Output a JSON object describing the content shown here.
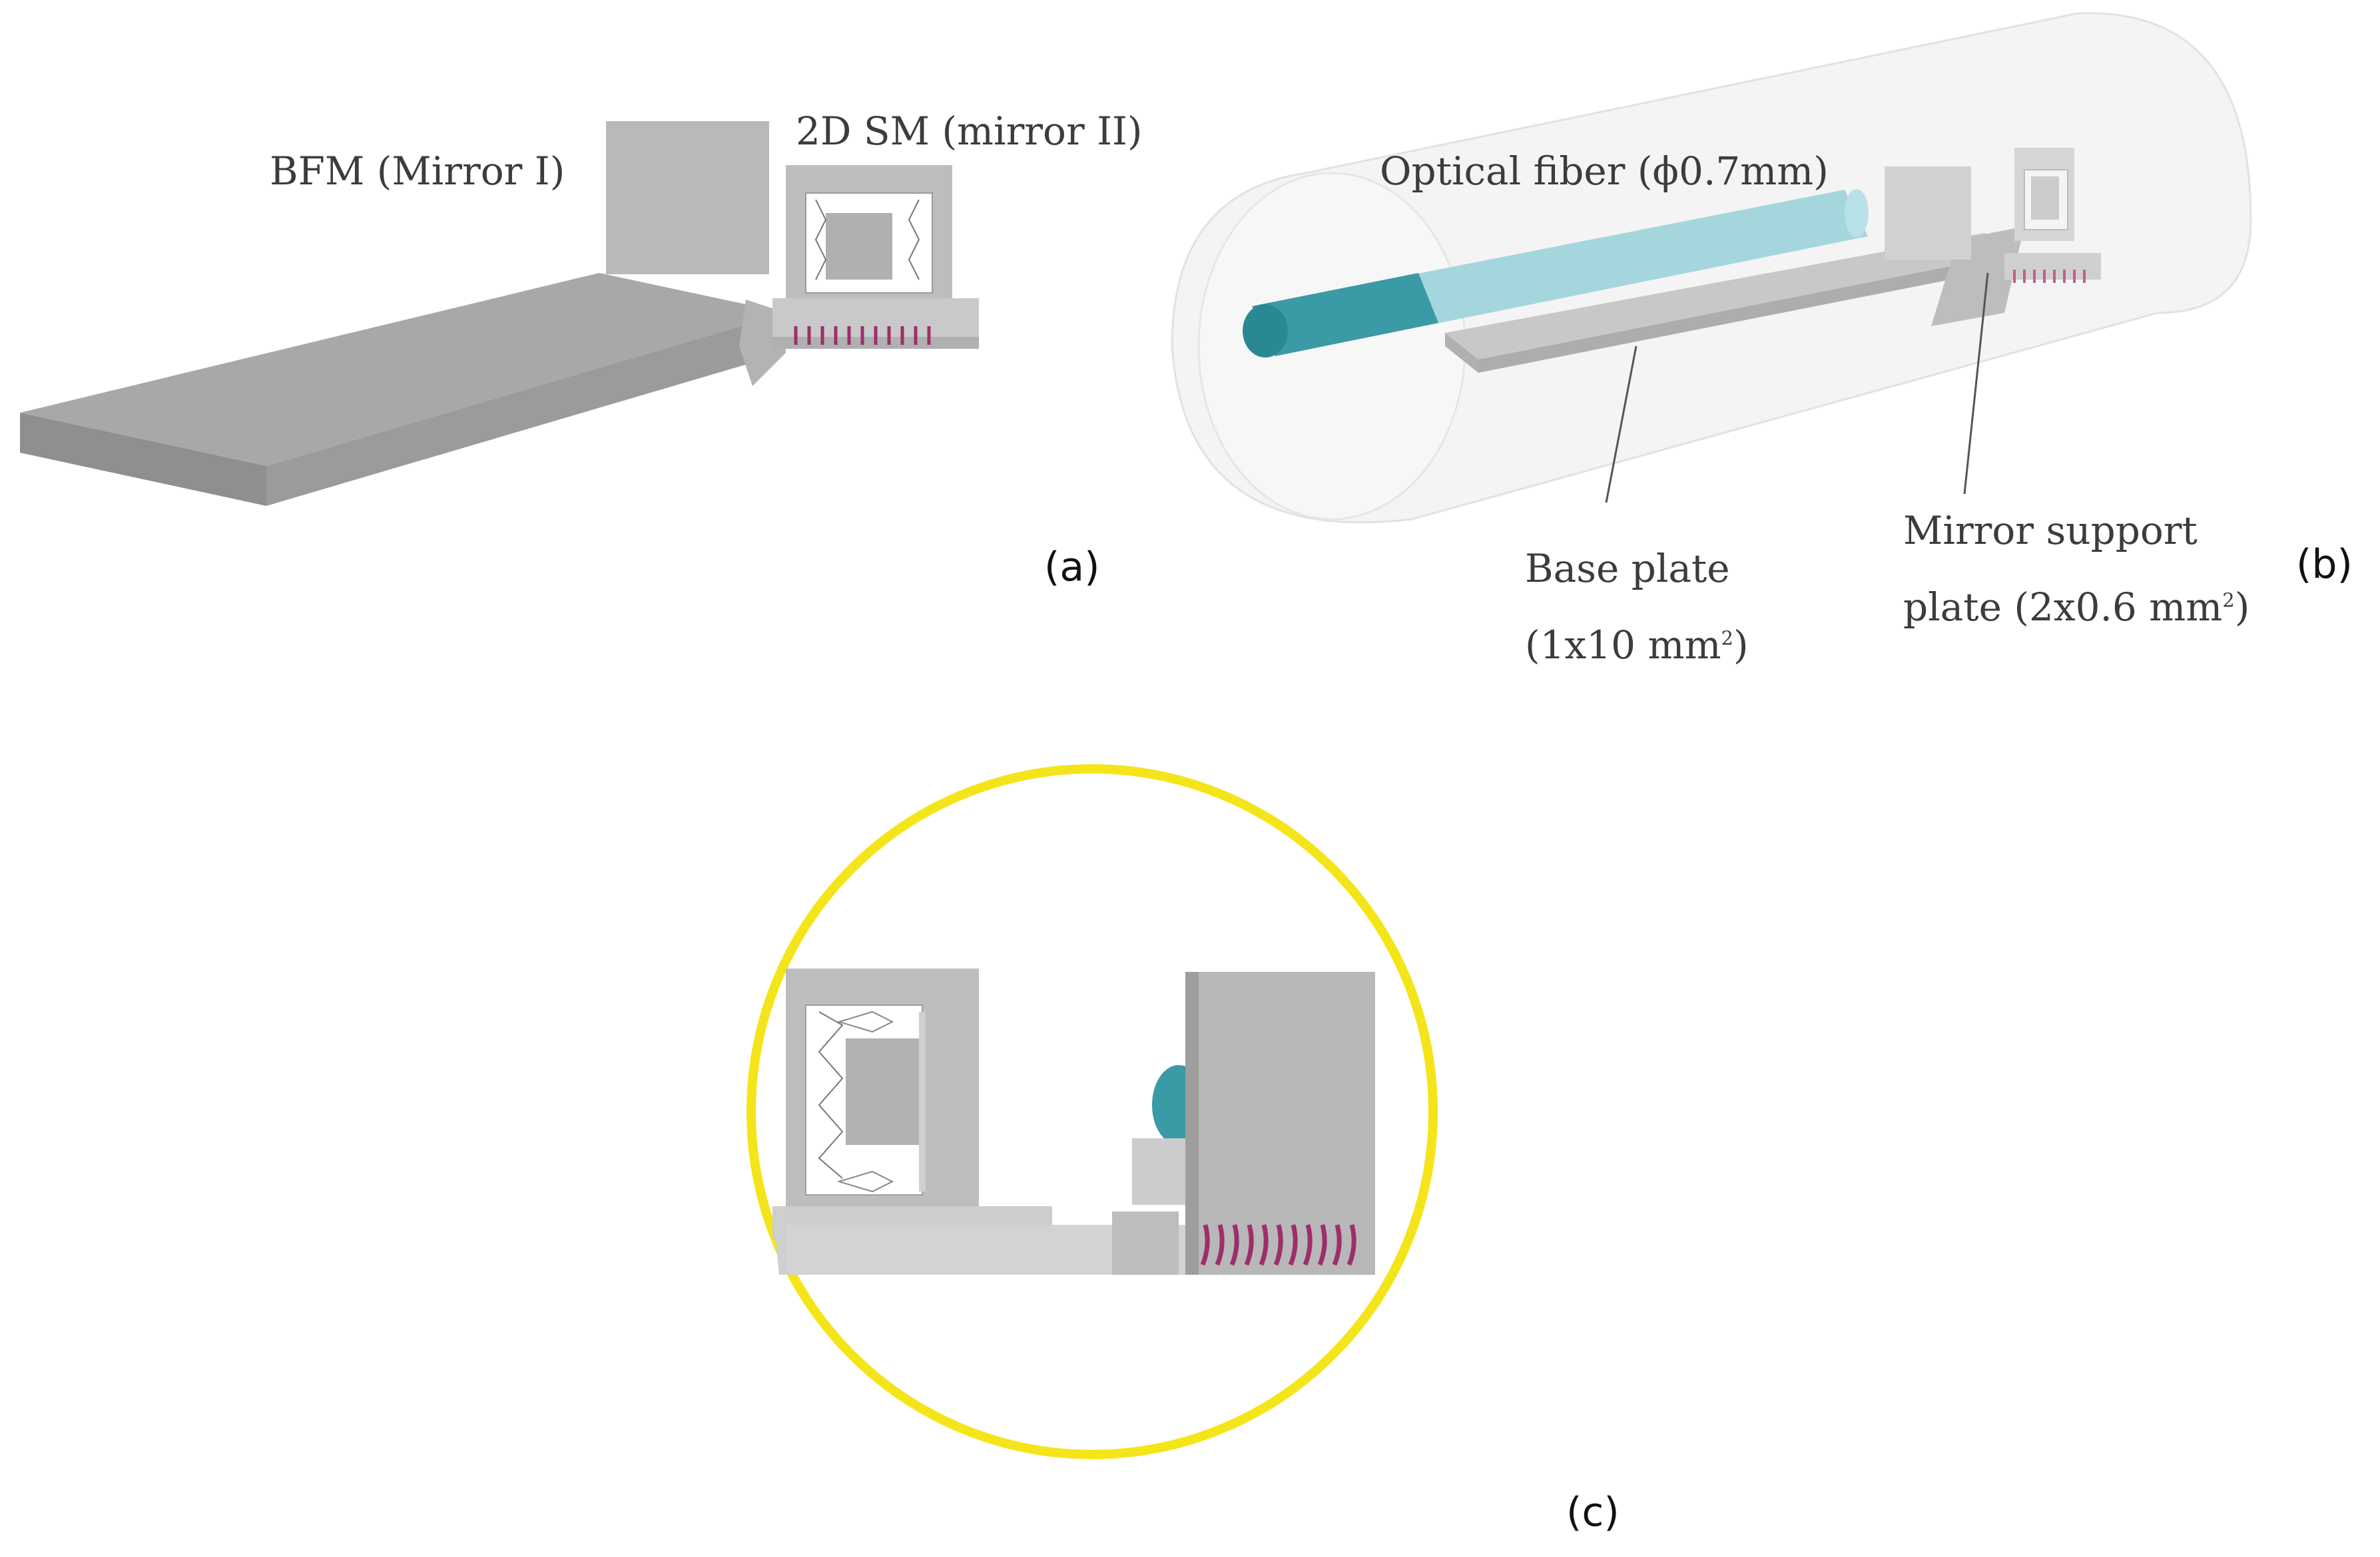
{
  "panel_a": {
    "label_bfm": "BFM (Mirror I)",
    "label_sm": "2D SM (mirror II)",
    "caption": "(a)"
  },
  "panel_b": {
    "label_fiber": "Optical fiber (ϕ0.7mm)",
    "label_base_1": "Base plate",
    "label_base_2_main": "(1x10 mm",
    "label_base_2_sup": "2",
    "label_base_2_end": ")",
    "label_support_1": "Mirror support",
    "label_support_2_main": "plate (2x0.6 mm",
    "label_support_2_sup": "2",
    "label_support_2_end": ")",
    "caption": "(b)"
  },
  "panel_c": {
    "caption": "(c)"
  },
  "colors": {
    "metal_dark": "#9a9a9a",
    "metal_mid": "#b4b4b4",
    "metal_light": "#cfcfcf",
    "fiber_teal": "#3a9aa5",
    "fiber_light": "#a9d8df",
    "coil_magenta": "#9c2f6a",
    "highlight_circle": "#f4e51a"
  }
}
